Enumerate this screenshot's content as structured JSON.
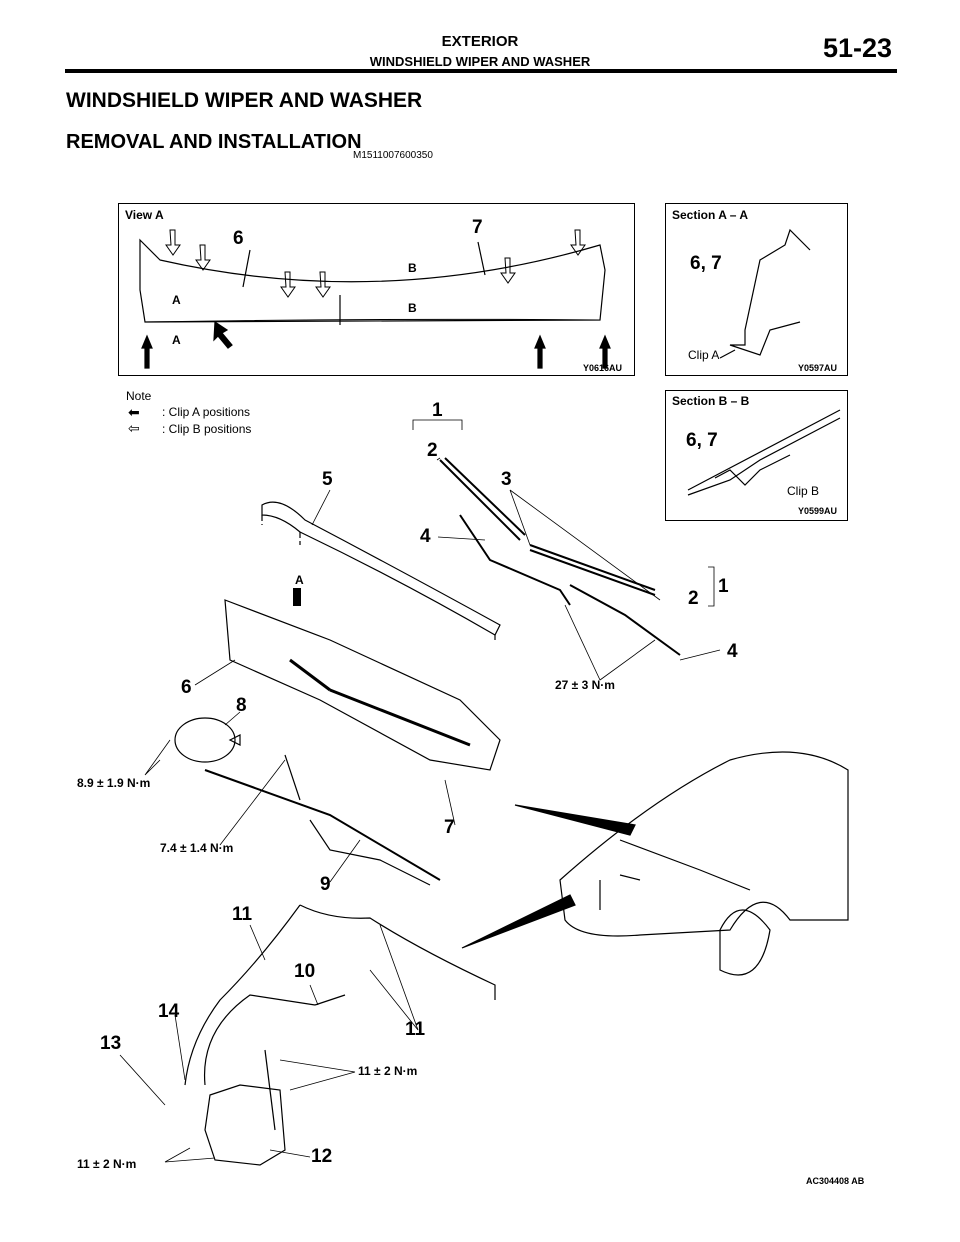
{
  "header": {
    "section": "EXTERIOR",
    "subsection": "WINDSHIELD WIPER AND WASHER",
    "page_number": "51-23"
  },
  "title": "WINDSHIELD WIPER AND WASHER",
  "subtitle": "REMOVAL AND INSTALLATION",
  "doc_code": "M1511007600350",
  "view_a": {
    "title": "View A",
    "labels": [
      "6",
      "7",
      "B",
      "B",
      "A",
      "A"
    ],
    "figure_code": "Y0616AU"
  },
  "section_aa": {
    "title": "Section A – A",
    "part_label": "6, 7",
    "clip_label": "Clip A",
    "figure_code": "Y0597AU"
  },
  "section_bb": {
    "title": "Section B – B",
    "part_label": "6, 7",
    "clip_label": "Clip B",
    "figure_code": "Y0599AU"
  },
  "note": {
    "title": "Note",
    "clip_a": ": Clip A positions",
    "clip_b": ": Clip B positions"
  },
  "callouts": {
    "c1a": "1",
    "c2a": "2",
    "c5": "5",
    "c3": "3",
    "c4a": "4",
    "cA": "A",
    "c1b": "1",
    "c2b": "2",
    "c4b": "4",
    "c6": "6",
    "c8": "8",
    "c7": "7",
    "c9": "9",
    "c11a": "11",
    "c10": "10",
    "c14": "14",
    "c11b": "11",
    "c13": "13",
    "c12": "12"
  },
  "torques": {
    "t27": "27 ± 3 N·m",
    "t89": "8.9 ± 1.9 N·m",
    "t74": "7.4 ± 1.4 N·m",
    "t11a": "11 ± 2 N·m",
    "t11b": "11 ± 2 N·m"
  },
  "figure_code": "AC304408 AB"
}
